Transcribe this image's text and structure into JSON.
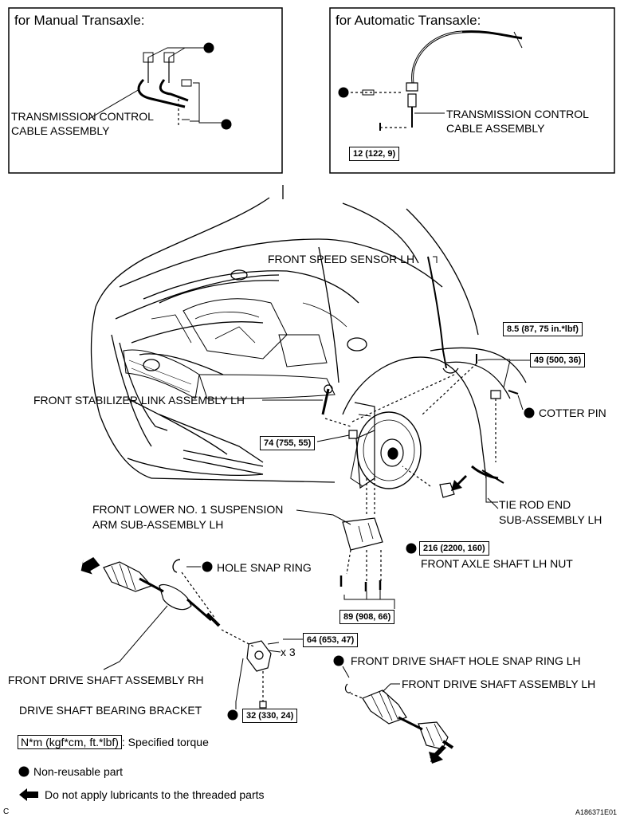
{
  "insets": {
    "manual": {
      "title": "for Manual Transaxle:",
      "cable_label_line1": "TRANSMISSION CONTROL",
      "cable_label_line2": "CABLE ASSEMBLY"
    },
    "automatic": {
      "title": "for Automatic Transaxle:",
      "cable_label_line1": "TRANSMISSION CONTROL",
      "cable_label_line2": "CABLE ASSEMBLY",
      "torque": "12 (122, 9)"
    }
  },
  "labels": {
    "front_speed_sensor": "FRONT SPEED SENSOR LH",
    "stabilizer_link": "FRONT STABILIZER LINK ASSEMBLY LH",
    "cotter_pin": "COTTER PIN",
    "lower_arm_line1": "FRONT LOWER NO. 1 SUSPENSION",
    "lower_arm_line2": "ARM SUB-ASSEMBLY LH",
    "tie_rod_line1": "TIE ROD END",
    "tie_rod_line2": "SUB-ASSEMBLY LH",
    "axle_nut": "FRONT AXLE SHAFT LH NUT",
    "hole_snap_ring": "HOLE SNAP RING",
    "drive_shaft_rh": "FRONT DRIVE SHAFT ASSEMBLY RH",
    "bearing_bracket": "DRIVE SHAFT BEARING BRACKET",
    "snap_ring_lh": "FRONT DRIVE SHAFT HOLE SNAP RING LH",
    "drive_shaft_lh": "FRONT DRIVE SHAFT ASSEMBLY LH",
    "times3": "x 3"
  },
  "torques": {
    "speed_sensor": "8.5 (87, 75 in.*lbf)",
    "tie_rod_nut": "49 (500, 36)",
    "stabilizer": "74 (755, 55)",
    "axle_nut": "216 (2200, 160)",
    "lower_arm": "89 (908, 66)",
    "bracket_bolts": "64 (653, 47)",
    "bracket_nut": "32 (330, 24)"
  },
  "legend": {
    "unit": "N*m (kgf*cm, ft.*lbf)",
    "unit_desc": ": Specified torque",
    "non_reusable": "Non-reusable part",
    "no_lubricant": "Do not apply lubricants to the threaded parts"
  },
  "footer": {
    "corner": "C",
    "figure_code": "A186371E01"
  }
}
